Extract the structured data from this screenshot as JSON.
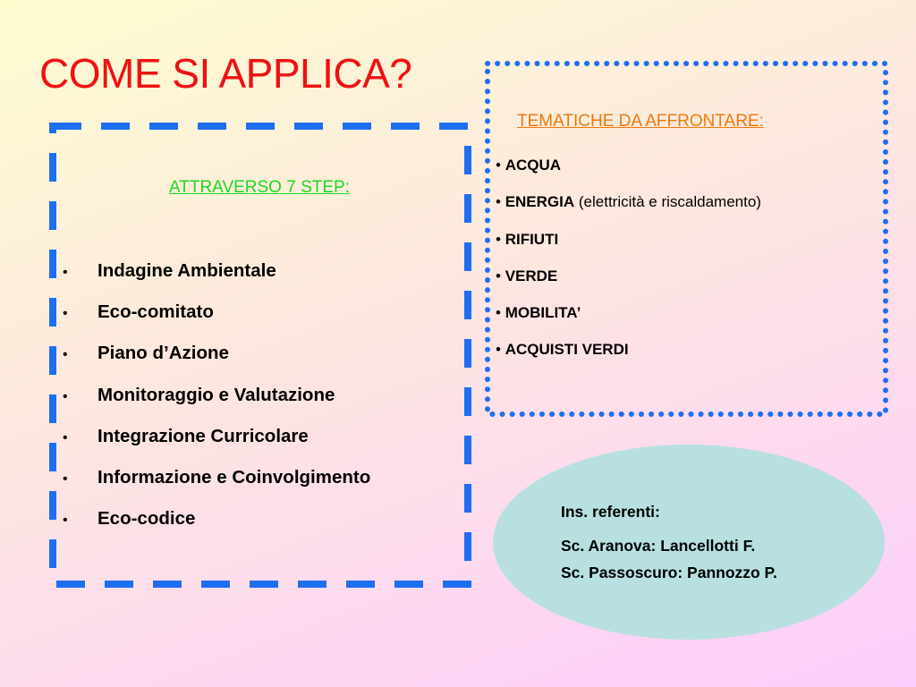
{
  "title": "COME SI APPLICA?",
  "steps": {
    "heading": "ATTRAVERSO 7 STEP:",
    "heading_color": "#1ed81e",
    "border_color": "#1e6ef0",
    "items": [
      "Indagine Ambientale",
      "Eco-comitato",
      "Piano d’Azione",
      "Monitoraggio e Valutazione",
      "Integrazione Curricolare",
      "Informazione e Coinvolgimento",
      "Eco-codice"
    ]
  },
  "topics": {
    "heading": "TEMATICHE DA AFFRONTARE:",
    "heading_color": "#f0780a",
    "border_color": "#1e6ef0",
    "items": [
      {
        "name": "ACQUA",
        "detail": ""
      },
      {
        "name": "ENERGIA",
        "detail": "(elettricità e riscaldamento)"
      },
      {
        "name": "RIFIUTI",
        "detail": ""
      },
      {
        "name": "VERDE",
        "detail": ""
      },
      {
        "name": "MOBILITA’",
        "detail": ""
      },
      {
        "name": "ACQUISTI VERDI",
        "detail": ""
      }
    ]
  },
  "referents": {
    "title": "Ins. referenti:",
    "lines": [
      "Sc. Aranova:  Lancellotti F.",
      "Sc. Passoscuro: Pannozzo P."
    ],
    "background_color": "#b8e0e0"
  },
  "colors": {
    "title": "#f01010"
  }
}
